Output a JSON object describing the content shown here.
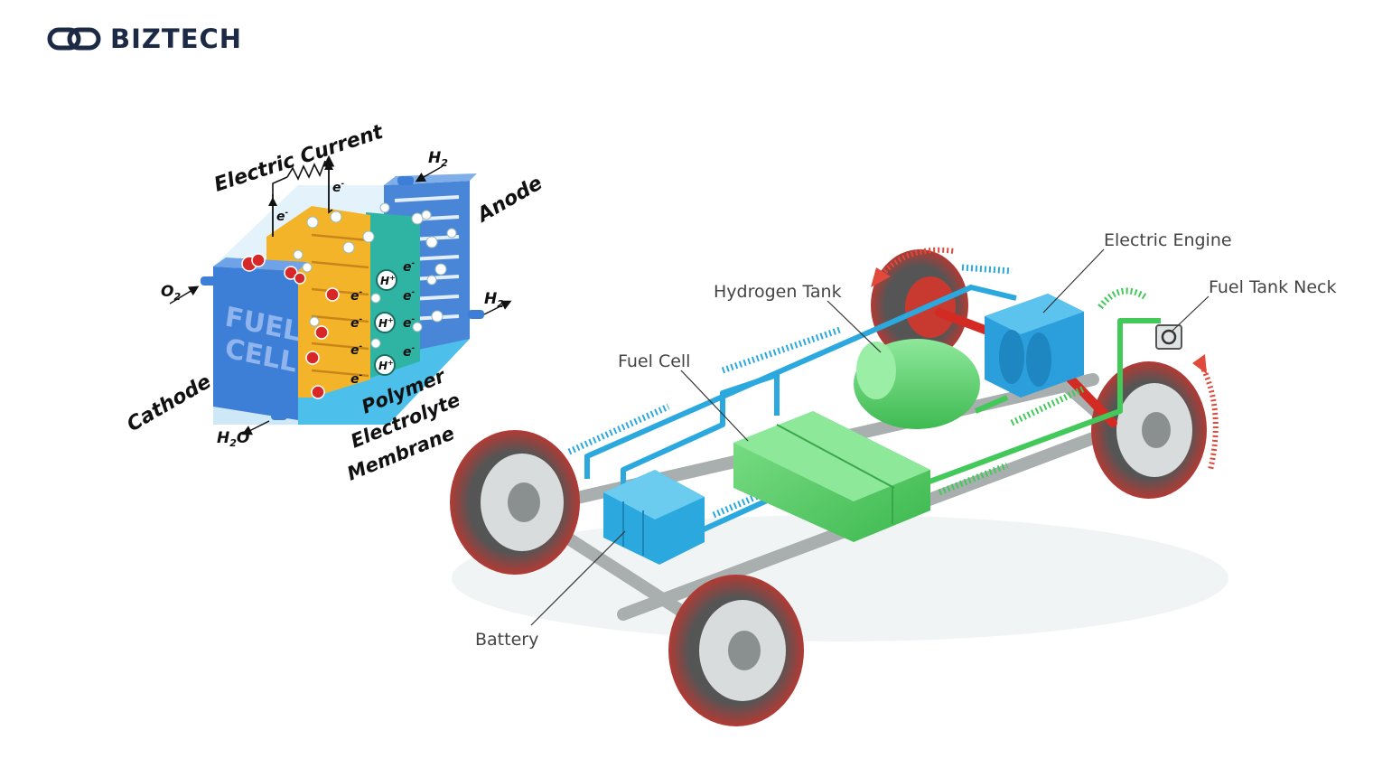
{
  "brand": {
    "name": "BIZTECH",
    "logo_icon": "chain-link-icon",
    "color": "#1c2a45"
  },
  "fuel_cell_diagram": {
    "title": "Electric Current",
    "electron": "e",
    "electron_charge": "-",
    "proton": "H",
    "proton_charge": "+",
    "face_line1": "FUEL",
    "face_line2": "CELL",
    "cathode_label": "Cathode",
    "anode_label": "Anode",
    "membrane_line1": "Polymer",
    "membrane_line2": "Electrolyte",
    "membrane_line3": "Membrane",
    "oxygen_in": {
      "base": "O",
      "sub": "2"
    },
    "water_out": {
      "base": "H",
      "sub": "2",
      "tail": "O"
    },
    "hydrogen_in": {
      "base": "H",
      "sub": "2"
    },
    "hydrogen_out": {
      "base": "H",
      "sub": "2"
    },
    "colors": {
      "cathode": "#3d7fd6",
      "membrane": "#f4b42a",
      "electrolyte": "#2fb3a2",
      "anode": "#4a86d8",
      "oxygen": "#d62828",
      "hydrogen": "#ffffff"
    }
  },
  "vehicle": {
    "labels": {
      "electric_engine": "Electric Engine",
      "fuel_tank_neck": "Fuel Tank Neck",
      "hydrogen_tank": "Hydrogen Tank",
      "fuel_cell": "Fuel Cell",
      "battery": "Battery"
    },
    "colors": {
      "electric_engine": "#2a9fdc",
      "hydrogen_tank": "#5fd46e",
      "fuel_cell": "#5fd46e",
      "battery": "#2ba8de",
      "electric_flow": "#2ba8de",
      "hydrogen_flow": "#43c85a",
      "rotation": "#e04a3a"
    }
  }
}
